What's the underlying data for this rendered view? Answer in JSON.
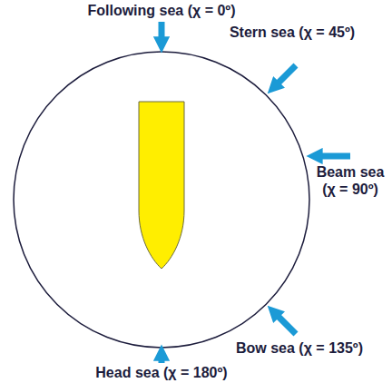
{
  "diagram": {
    "labels": [
      "Following sea (χ = 0º)",
      "Stern sea (χ = 45º)",
      "Beam sea (χ = 90º)",
      "Bow sea (χ = 135º)",
      "Head sea (χ = 180º)"
    ]
  }
}
